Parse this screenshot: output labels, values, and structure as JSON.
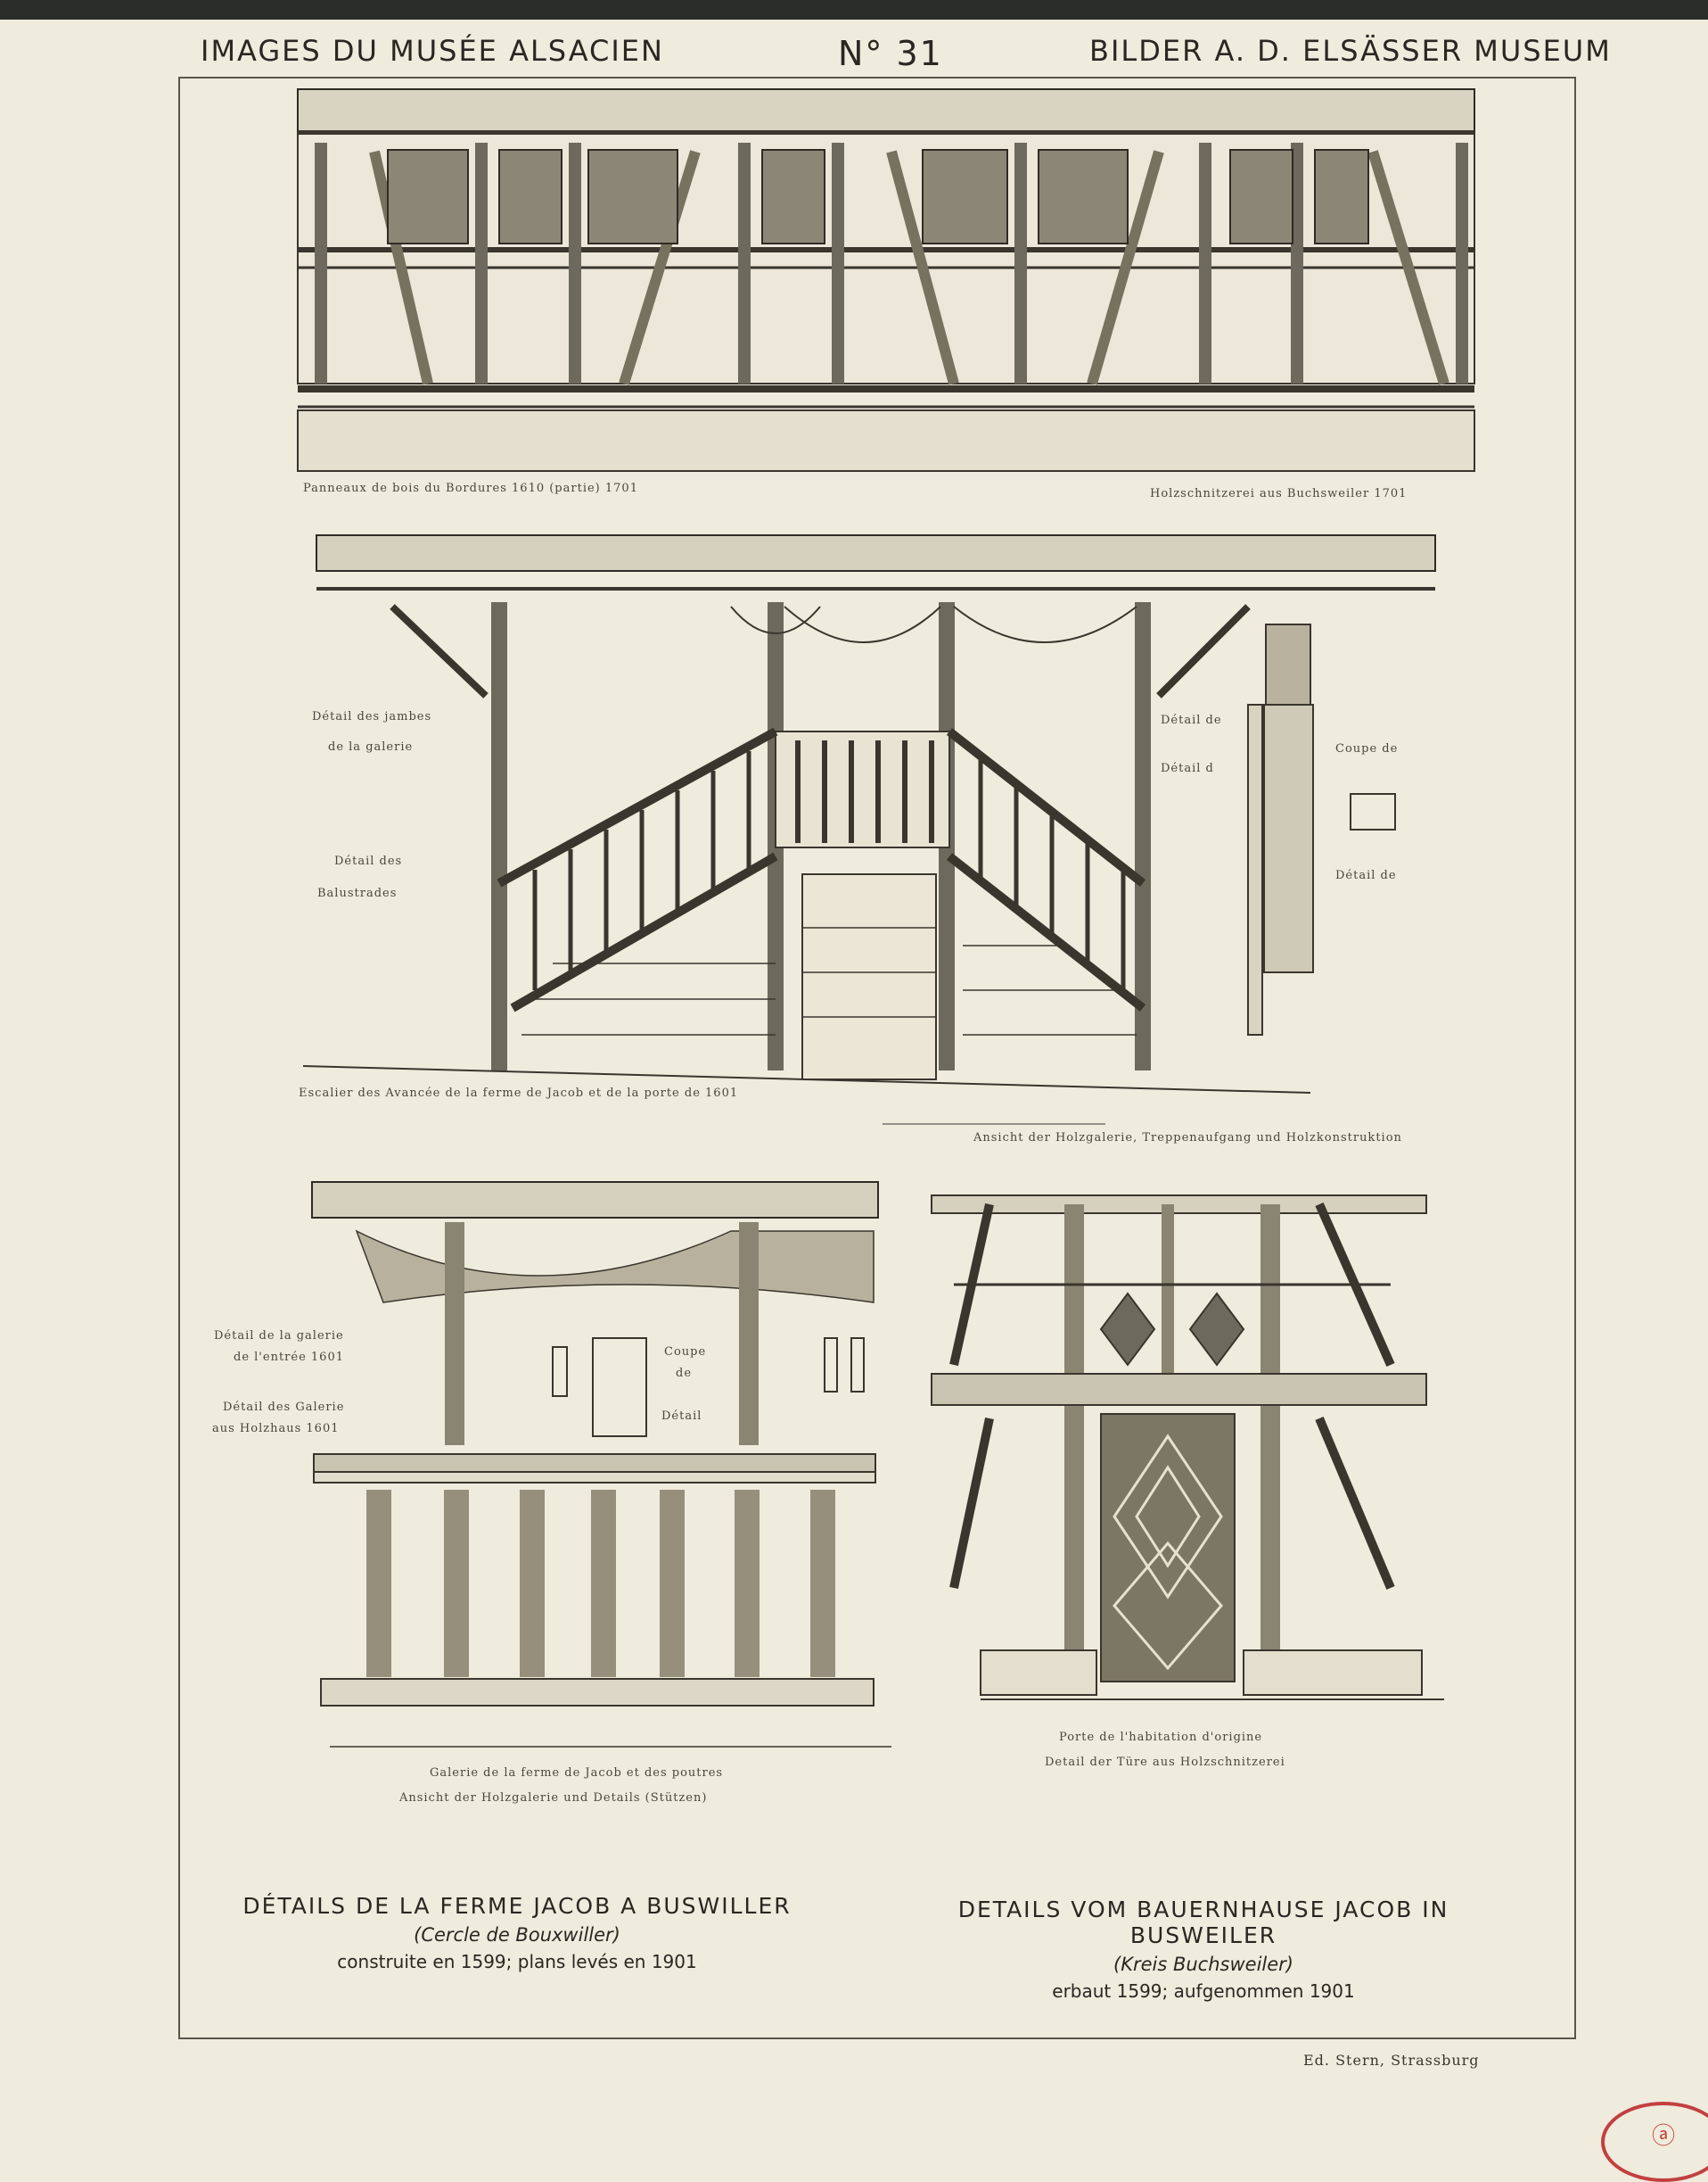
{
  "header": {
    "left": "IMAGES DU MUSÉE ALSACIEN",
    "number": "N° 31",
    "right": "BILDER A. D. ELSÄSSER MUSEUM"
  },
  "captions": {
    "top_left": "Panneaux de bois du Bordures 1610 (partie) 1701",
    "top_right": "Holzschnitzerei aus Buchsweiler 1701",
    "middle_left": "Escalier des Avancée de la ferme de Jacob et de la porte de 1601",
    "middle_right": "Ansicht der Holzgalerie, Treppenaufgang und Holzkonstruktion",
    "bottom_left_1": "Galerie de la ferme de Jacob et des poutres",
    "bottom_left_2": "Ansicht der Holzgalerie und Details (Stützen)",
    "bottom_right_1": "Porte de l'habitation d'origine",
    "bottom_right_2": "Detail der Türe aus Holzschnitzerei"
  },
  "notes": {
    "n1": "Détail des jambes",
    "n2": "de la galerie",
    "n3": "Détail des",
    "n4": "Balustrades",
    "n5": "Détail de",
    "n6": "Détail d",
    "n7": "Coupe de",
    "n8": "Détail de",
    "n9": "Détail de la galerie",
    "n10": "de l'entrée 1601",
    "n11": "Détail des Galerie",
    "n12": "aus Holzhaus 1601",
    "n13": "Coupe",
    "n14": "de",
    "n15": "Détail"
  },
  "title_fr": {
    "line1": "DÉTAILS DE LA FERME JACOB A BUSWILLER",
    "line2": "(Cercle de Bouxwiller)",
    "line3": "construite en 1599; plans levés en 1901"
  },
  "title_de": {
    "line1": "DETAILS VOM BAUERNHAUSE JACOB IN BUSWEILER",
    "line2": "(Kreis Buchsweiler)",
    "line3": "erbaut 1599; aufgenommen 1901"
  },
  "printer": "Ed. Stern, Strassburg",
  "stamp": "ⓐ"
}
